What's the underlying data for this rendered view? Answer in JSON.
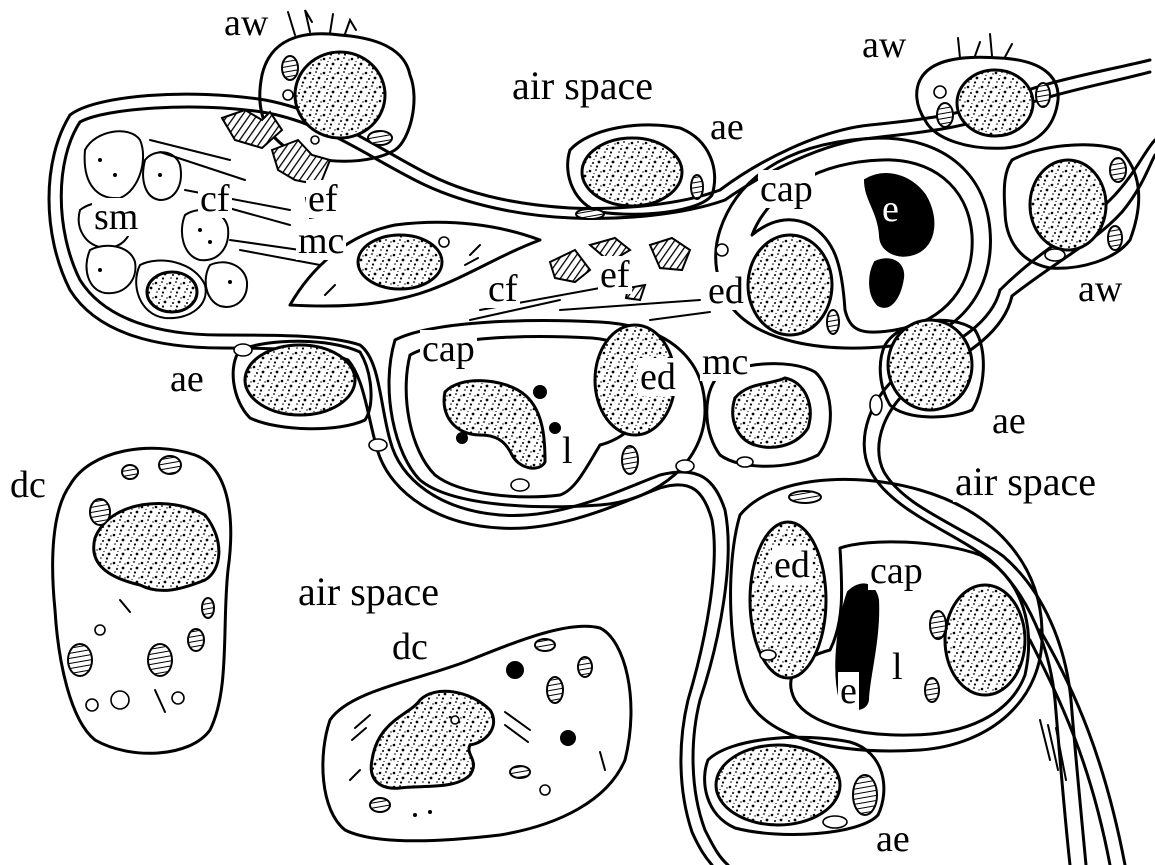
{
  "figure": {
    "labels": {
      "aw_top_left": "aw",
      "aw_top_right": "aw",
      "aw_right": "aw",
      "air_space_top": "air space",
      "ae_top": "ae",
      "ae_left": "ae",
      "ae_right": "ae",
      "ae_bottom": "ae",
      "sm": "sm",
      "cf_upper": "cf",
      "ef_upper": "ef",
      "mc_upper": "mc",
      "cf_middle": "cf",
      "ef_middle": "ef",
      "ed_upper_right": "ed",
      "cap_upper_right": "cap",
      "e_upper_right": "e",
      "cap_middle": "cap",
      "ed_middle": "ed",
      "mc_middle": "mc",
      "l_middle": "l",
      "air_space_right": "air space",
      "ed_lower_right": "ed",
      "cap_lower_right": "cap",
      "l_lower_right": "l",
      "e_lower_right": "e",
      "dc_left": "dc",
      "air_space_bottom": "air space",
      "dc_bottom": "dc"
    }
  }
}
